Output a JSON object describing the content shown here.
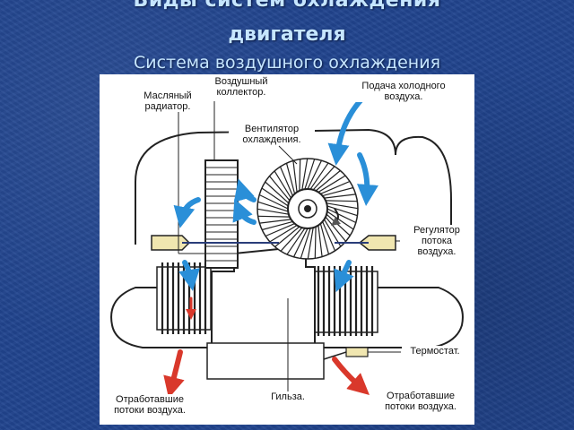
{
  "slide": {
    "title_line1": "Виды систем охлаждения",
    "title_line2": "двигателя",
    "subtitle": "Система воздушного охлаждения"
  },
  "diagram": {
    "labels": {
      "air_collector_1": "Воздушный",
      "air_collector_2": "коллектор.",
      "oil_radiator_1": "Масляный",
      "oil_radiator_2": "радиатор.",
      "cold_air_1": "Подача холодного",
      "cold_air_2": "воздуха.",
      "fan_1": "Вентилятор",
      "fan_2": "охлаждения.",
      "regulator_1": "Регулятор",
      "regulator_2": "потока",
      "regulator_3": "воздуха.",
      "thermostat": "Термостат.",
      "sleeve": "Гильза.",
      "exhaust_left_1": "Отработавшие",
      "exhaust_left_2": "потоки воздуха.",
      "exhaust_right_1": "Отработавшие",
      "exhaust_right_2": "потоки воздуха."
    },
    "colors": {
      "cold_air": "#2a8fd8",
      "hot_air": "#d9382b",
      "regulator": "#f0e6b0",
      "line": "#222222"
    }
  }
}
